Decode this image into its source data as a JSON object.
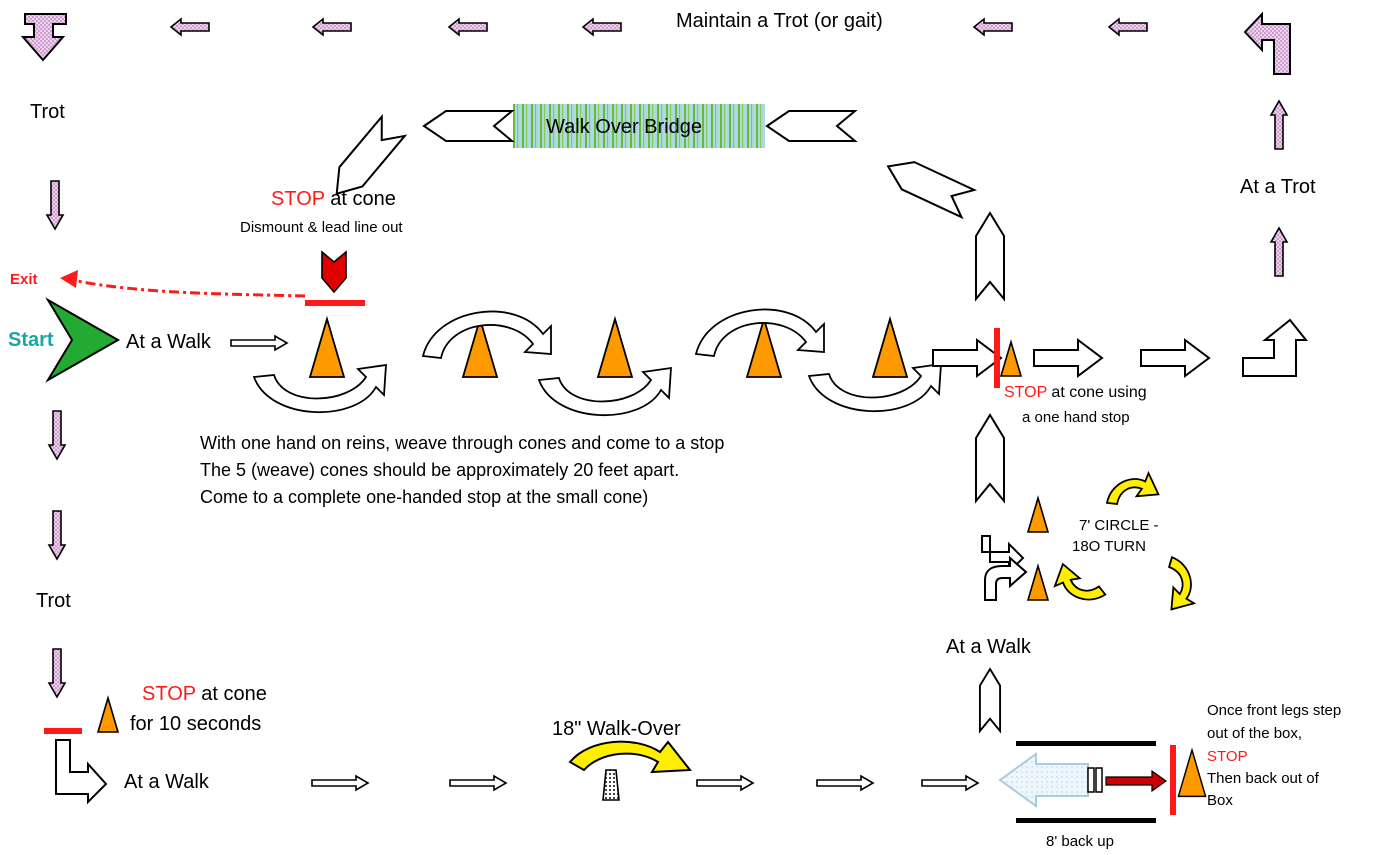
{
  "top_label": "Maintain a Trot (or gait)",
  "trot_upper": "Trot",
  "trot_lower": "Trot",
  "at_a_trot": "At a Trot",
  "bridge_label": "Walk Over Bridge",
  "stop_dismount": {
    "stop": "STOP",
    "rest": " at cone",
    "sub": "Dismount & lead line out"
  },
  "exit_label": "Exit",
  "start_label": "Start",
  "at_a_walk_start": "At a Walk",
  "instructions": [
    "With one hand on reins, weave through cones and come to a stop",
    "The 5 (weave) cones should be approximately 20 feet apart.",
    "Come to a complete one-handed stop at the small cone)"
  ],
  "stop_one_hand": {
    "stop": "STOP",
    "rest": " at cone using",
    "line2": "a one hand stop"
  },
  "circle_label": {
    "line1": "7' CIRCLE -",
    "line2": "18O TURN"
  },
  "at_a_walk_right": "At a Walk",
  "stop_ten": {
    "stop": "STOP",
    "rest": " at cone",
    "line2": "for 10 seconds"
  },
  "at_a_walk_bottom": "At a Walk",
  "walkover_label": "18\" Walk-Over",
  "box_instructions": {
    "line1": "Once front legs step",
    "line2": "out of the box,",
    "stop": "STOP",
    "line4": "Then back out of",
    "line5": "Box"
  },
  "back_up_label": "8' back up",
  "colors": {
    "cone": "#ff9900",
    "stop_red": "#ff1a1a",
    "start_green": "#22aa33",
    "start_text": "#1aa6a6",
    "bridge_fill": "#add8e6",
    "bridge_stripes": "#66bb33",
    "yellow": "#ffee00",
    "pink_arrow": "#e8bde8"
  },
  "icons": [
    "pink-direction-arrow-icon",
    "cone-icon",
    "white-block-arrow-icon",
    "curved-weave-arrow-icon",
    "chevron-arrow-icon",
    "yellow-circle-arrow-icon",
    "red-stop-line-icon",
    "start-chevron-icon"
  ]
}
